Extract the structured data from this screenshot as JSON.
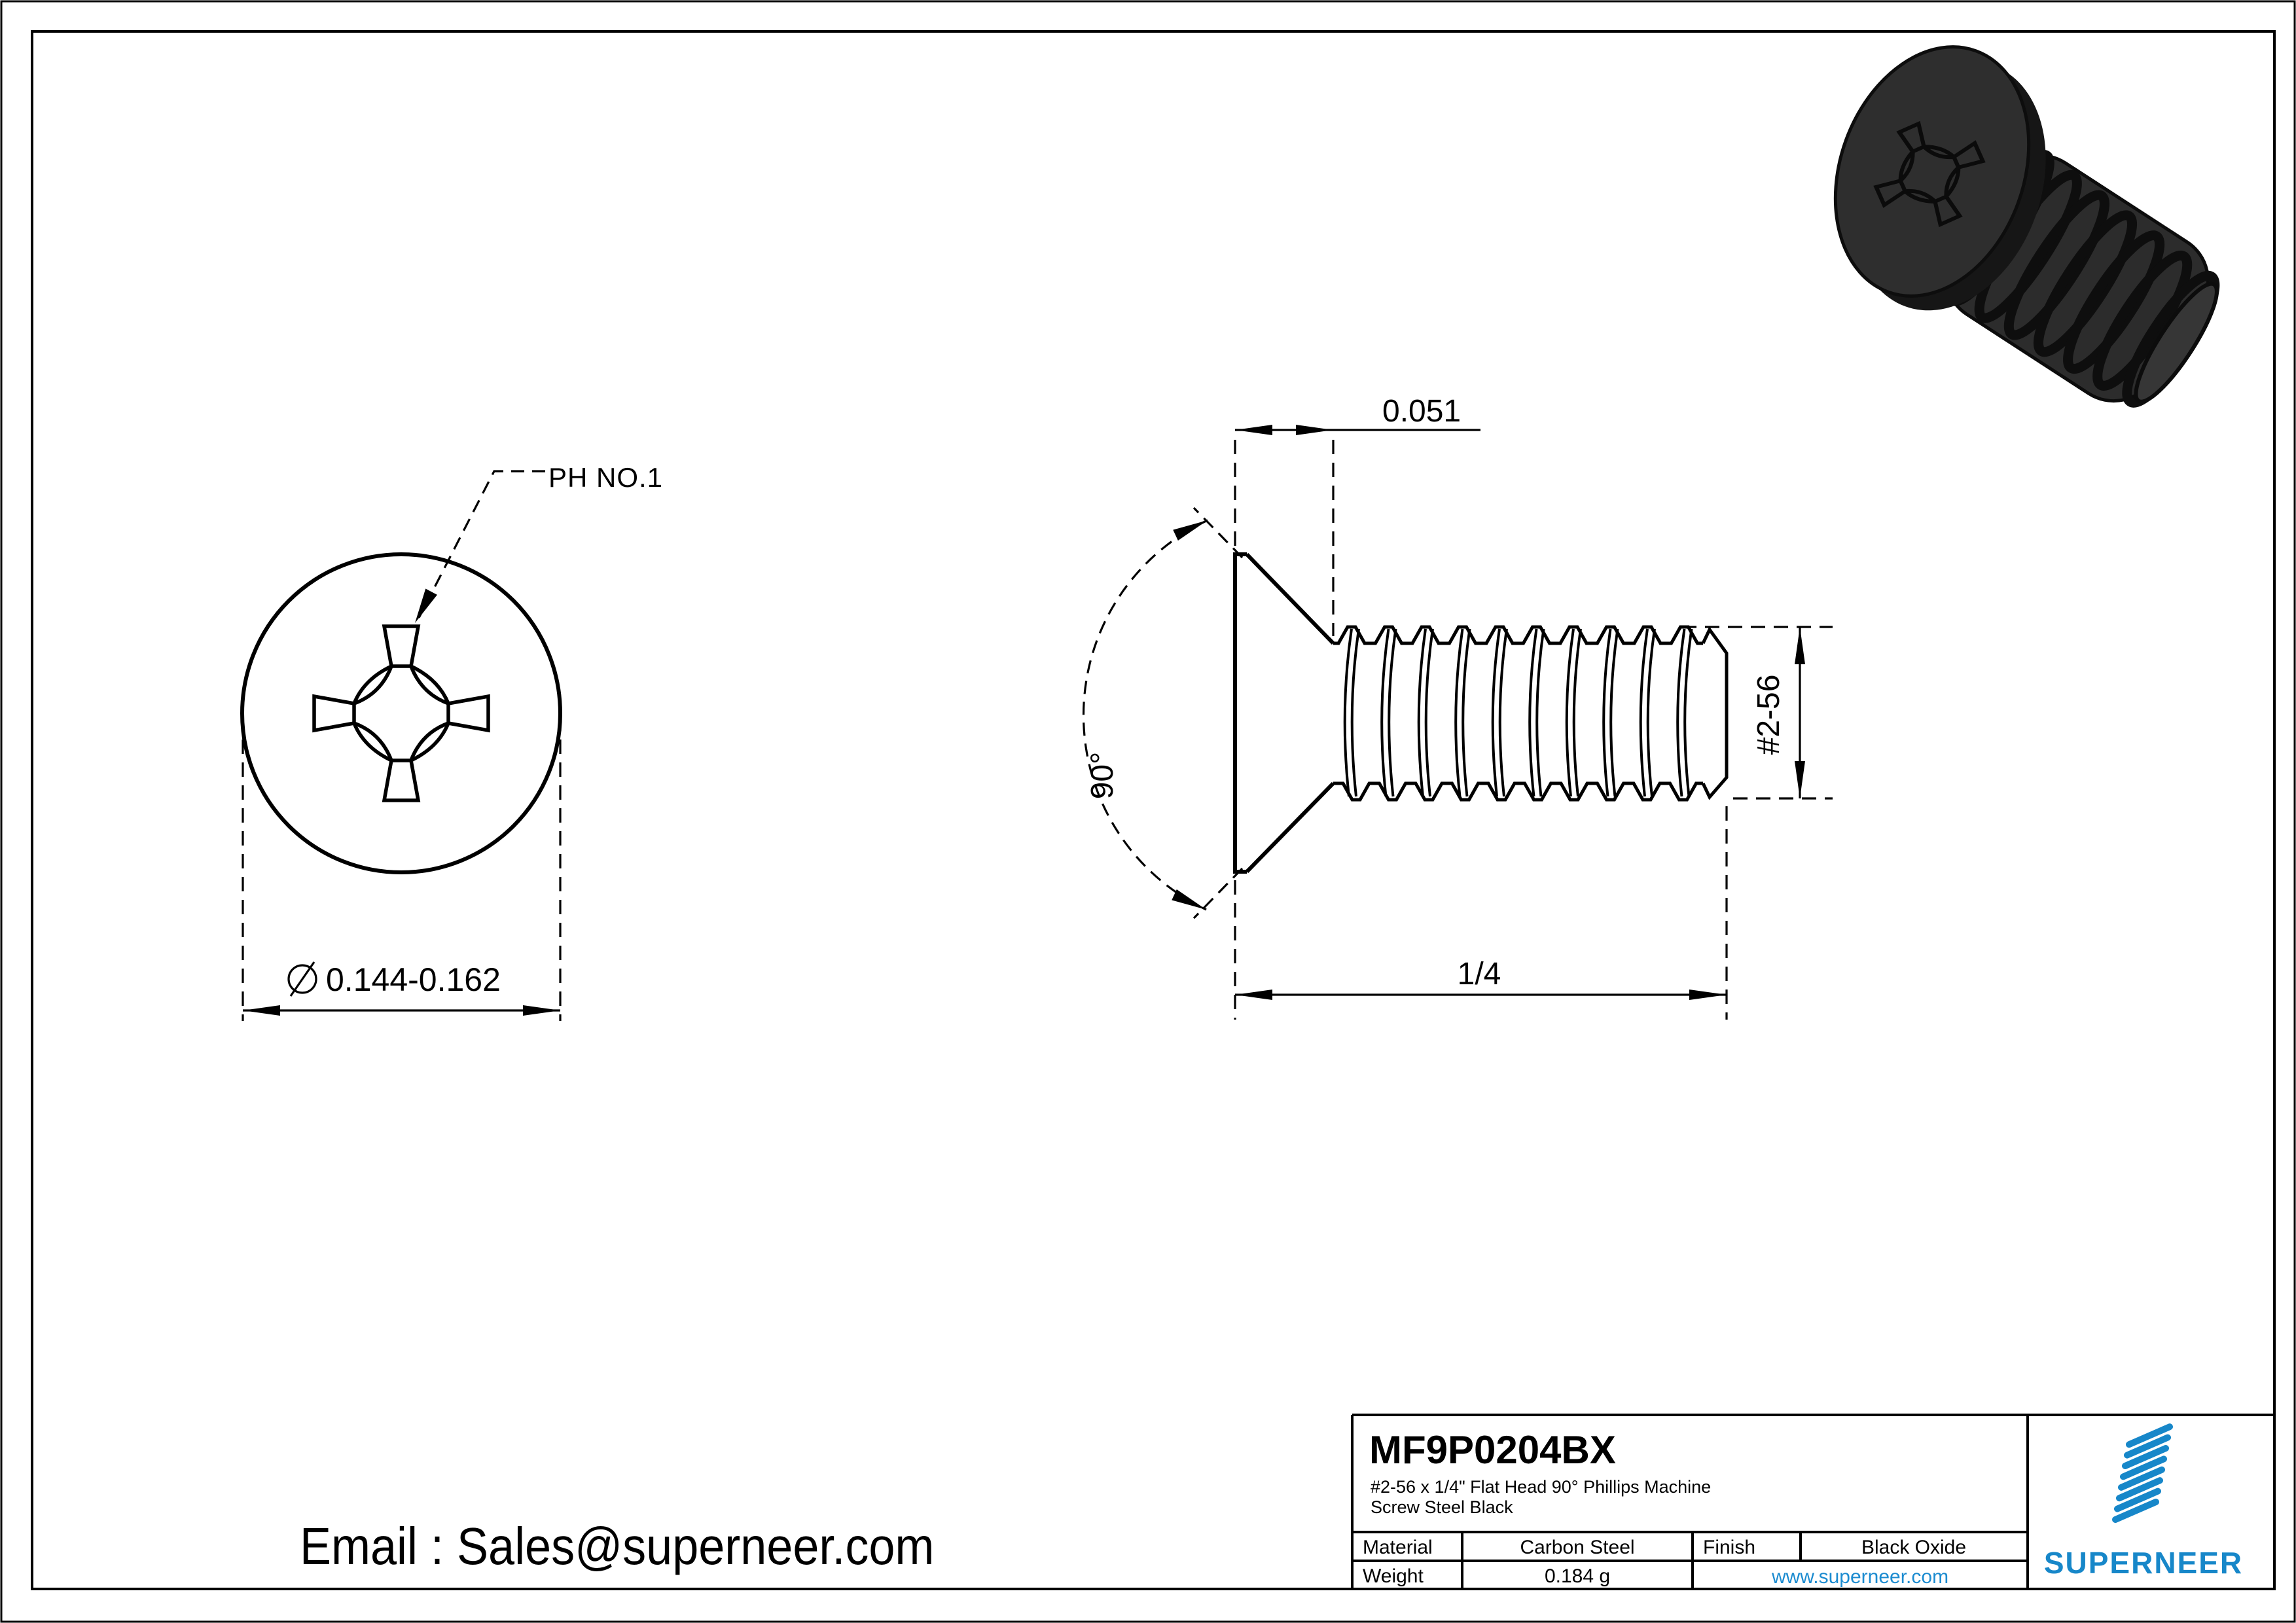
{
  "views": {
    "top_view": {
      "leader_label": "PH NO.1",
      "diameter_symbol": "diameter-icon",
      "diameter_value": "0.144-0.162"
    },
    "side_view": {
      "head_height": "0.051",
      "countersink_angle": "90°",
      "thread_size": "#2-56",
      "length": "1/4"
    }
  },
  "contact": {
    "email": "Email : Sales@superneer.com"
  },
  "title_block": {
    "part_number": "MF9P0204BX",
    "description_line1": "#2-56 x 1/4\" Flat Head 90° Phillips Machine",
    "description_line2": "Screw Steel Black",
    "material_label": "Material",
    "material_value": "Carbon Steel",
    "finish_label": "Finish",
    "finish_value": "Black Oxide",
    "weight_label": "Weight",
    "weight_value": "0.184 g",
    "website": "www.superneer.com",
    "brand_name": "SUPERNEER"
  },
  "colors": {
    "accent": "#1787c9",
    "link": "#1b8bd0",
    "ink": "#000000",
    "paper": "#ffffff",
    "screw_body": "#2c2c2c"
  }
}
